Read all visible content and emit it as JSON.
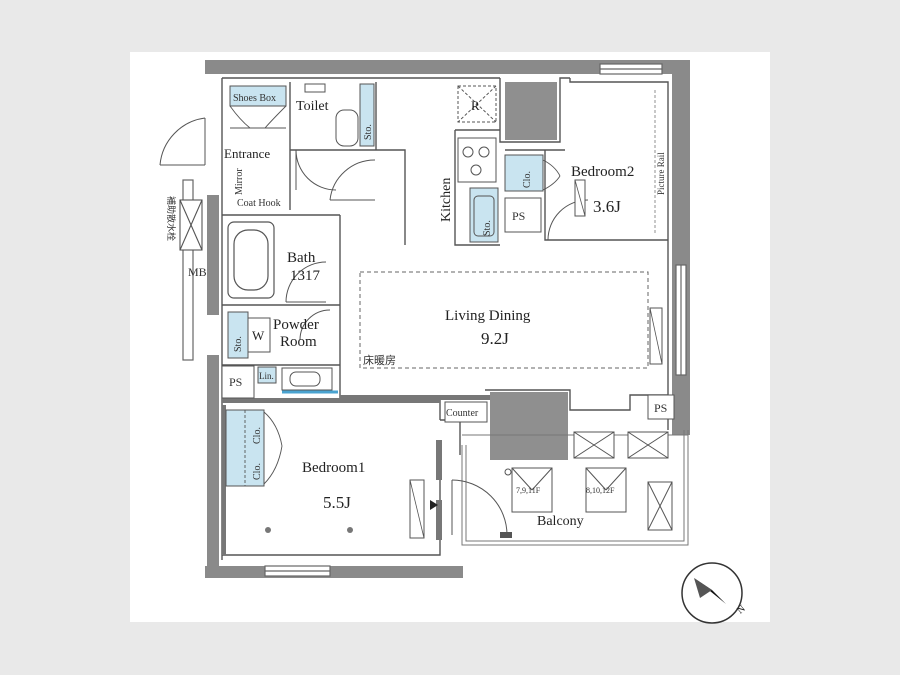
{
  "rooms": {
    "shoes_box": "Shoes Box",
    "toilet": "Toilet",
    "toilet_storage": "Sto.",
    "entrance": "Entrance",
    "mirror": "Mirror",
    "coat_hook": "Coat Hook",
    "kitchen": "Kitchen",
    "refrigerator": "R",
    "kitchen_storage": "Sto.",
    "bedroom2": "Bedroom2",
    "bedroom2_size": "3.6J",
    "bedroom2_closet": "Clo.",
    "picture_rail": "Picture Rail",
    "ps_kitchen": "PS",
    "bath": "Bath",
    "bath_size": "1317",
    "living_dining": "Living Dining",
    "living_dining_size": "9.2J",
    "floor_heating": "床暖房",
    "powder_room": "Powder",
    "powder_room_2": "Room",
    "powder_storage": "Sto.",
    "washer": "W",
    "linen": "Lin.",
    "ps_left": "PS",
    "mb": "MB",
    "sprinkler_note": "補助散水栓",
    "counter": "Counter",
    "ps_right": "PS",
    "bedroom1": "Bedroom1",
    "bedroom1_size": "5.5J",
    "bedroom1_closet_a": "Clo.",
    "bedroom1_closet_b": "Clo.",
    "balcony": "Balcony",
    "evac_a": "7,9,11F",
    "evac_b": "8,10,12F"
  },
  "compass": {
    "label": "N"
  },
  "colors": {
    "storage_fill": "#c9e4f0",
    "wall": "#777777",
    "column": "#8c8c8c",
    "line": "#555555"
  }
}
